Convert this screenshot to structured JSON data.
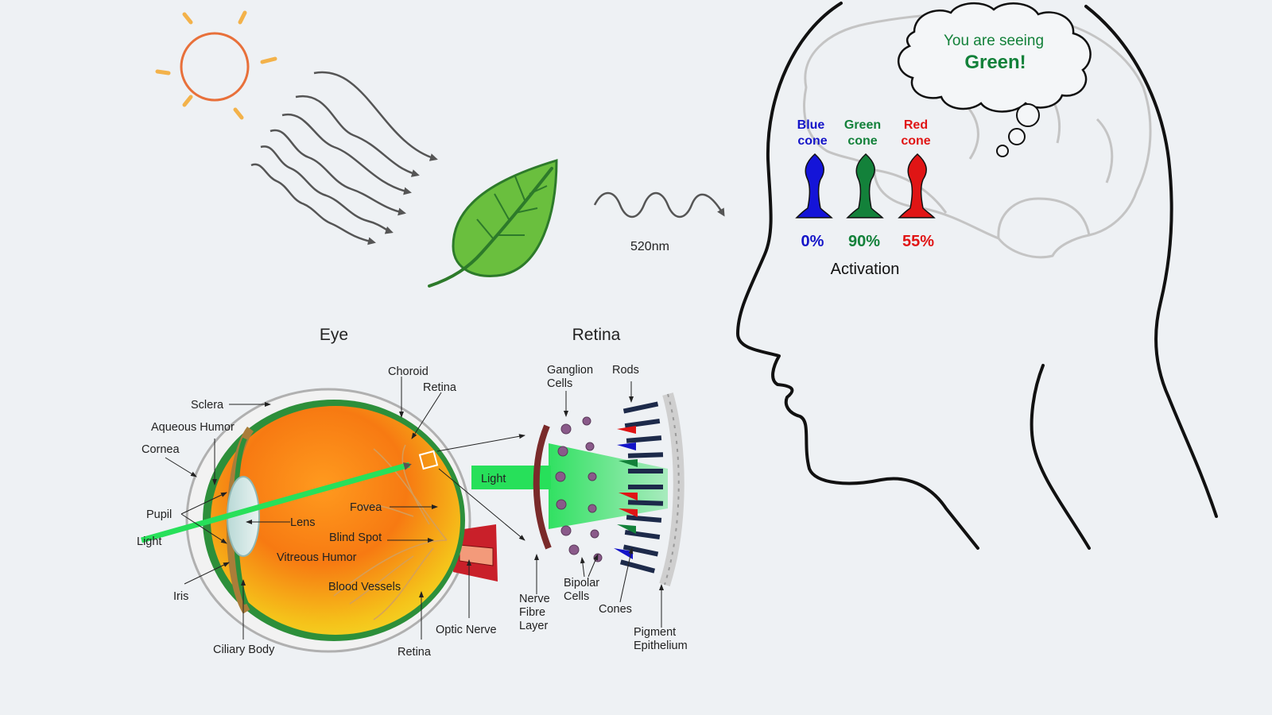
{
  "wavelength": "520nm",
  "thought": {
    "line1": "You are seeing",
    "line2": "Green!"
  },
  "cones": [
    {
      "name1": "Blue",
      "name2": "cone",
      "activation": "0%",
      "color": "#1414c8"
    },
    {
      "name1": "Green",
      "name2": "cone",
      "activation": "90%",
      "color": "#13813a"
    },
    {
      "name1": "Red",
      "name2": "cone",
      "activation": "55%",
      "color": "#e01515"
    }
  ],
  "activation_label": "Activation",
  "eye": {
    "title": "Eye",
    "labels": {
      "sclera": "Sclera",
      "aqueous_humor": "Aqueous Humor",
      "cornea": "Cornea",
      "pupil": "Pupil",
      "light": "Light",
      "iris": "Iris",
      "ciliary_body": "Ciliary Body",
      "choroid": "Choroid",
      "retina_top": "Retina",
      "fovea": "Fovea",
      "lens": "Lens",
      "blind_spot": "Blind Spot",
      "vitreous_humor": "Vitreous Humor",
      "blood_vessels": "Blood Vessels",
      "optic_nerve": "Optic Nerve",
      "retina_bottom": "Retina"
    }
  },
  "retina": {
    "title": "Retina",
    "light": "Light",
    "labels": {
      "ganglion_1": "Ganglion",
      "ganglion_2": "Cells",
      "rods": "Rods",
      "nerve_1": "Nerve",
      "nerve_2": "Fibre",
      "nerve_3": "Layer",
      "bipolar_1": "Bipolar",
      "bipolar_2": "Cells",
      "cones": "Cones",
      "pigment_1": "Pigment",
      "pigment_2": "Epithelium"
    }
  },
  "colors": {
    "sun": "#e8703a",
    "sun_rays": "#f3b24a",
    "leaf": "#6abf3e",
    "leaf_edge": "#2d7a2a",
    "light_beam": "#27e05a",
    "waves": "#555555",
    "head_outline": "#111111",
    "brain": "#cfcfcf"
  }
}
